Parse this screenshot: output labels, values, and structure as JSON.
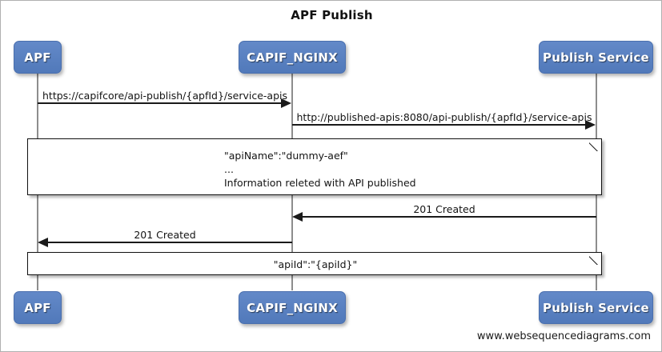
{
  "diagram": {
    "title": "APF Publish",
    "footer": "www.websequencediagrams.com",
    "colors": {
      "actor_fill": "#5b84c4",
      "actor_text": "#ffffff",
      "line": "#1a1a1a",
      "lifeline": "#8d8d8d",
      "note_fill": "#ffffff",
      "background": "#ffffff"
    },
    "participants": [
      {
        "id": "apf",
        "label": "APF"
      },
      {
        "id": "capif_nginx",
        "label": "CAPIF_NGINX"
      },
      {
        "id": "publish_service",
        "label": "Publish Service"
      }
    ],
    "messages": [
      {
        "id": "msg-1",
        "label": "https://capifcore/api-publish/{apfId}/service-apis",
        "from": "apf",
        "to": "capif_nginx",
        "direction": "right"
      },
      {
        "id": "msg-2",
        "label": "http://published-apis:8080/api-publish/{apfId}/service-apis",
        "from": "capif_nginx",
        "to": "publish_service",
        "direction": "right"
      },
      {
        "id": "msg-3",
        "label": "201 Created",
        "from": "publish_service",
        "to": "capif_nginx",
        "direction": "left"
      },
      {
        "id": "msg-4",
        "label": "201 Created",
        "from": "capif_nginx",
        "to": "apf",
        "direction": "left"
      }
    ],
    "notes": [
      {
        "id": "note-1",
        "align": "left",
        "lines": [
          "\"apiName\":\"dummy-aef\"",
          "...",
          "Information releted with API published"
        ],
        "text": "\"apiName\":\"dummy-aef\"\n...\nInformation releted with API published"
      },
      {
        "id": "note-2",
        "align": "center",
        "lines": [
          "\"apiId\":\"{apiId}\""
        ],
        "text": "\"apiId\":\"{apiId}\""
      }
    ]
  }
}
